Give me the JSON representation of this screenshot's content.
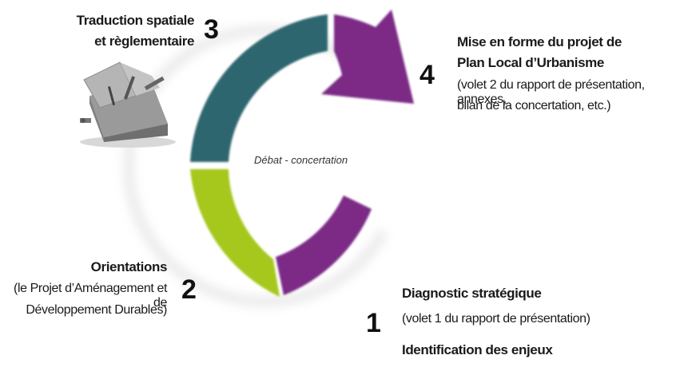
{
  "center_label": "Débat - concertation",
  "steps": {
    "s1": {
      "number": "1",
      "title": "Diagnostic stratégique",
      "subtitle": "(volet 1 du rapport de présentation)",
      "extra": "Identification des enjeux",
      "color": "#7b2a86"
    },
    "s2": {
      "number": "2",
      "title": "Orientations",
      "subtitle_line1": "(le Projet d’Aménagement et de",
      "subtitle_line2": "Développement Durables)",
      "color": "#a6c81f"
    },
    "s3": {
      "number": "3",
      "title_line1": "Traduction spatiale",
      "title_line2": "et règlementaire",
      "color": "#2f6670"
    },
    "s4": {
      "number": "4",
      "title_line1": "Mise en forme du projet de",
      "title_line2": "Plan Local d’Urbanisme",
      "subtitle_line1": "(volet 2 du rapport de présentation, annexes,",
      "subtitle_line2": "bilan de la concertation, etc.)",
      "color": "#7b2a86"
    }
  },
  "toolbox_icon": "toolbox-icon"
}
